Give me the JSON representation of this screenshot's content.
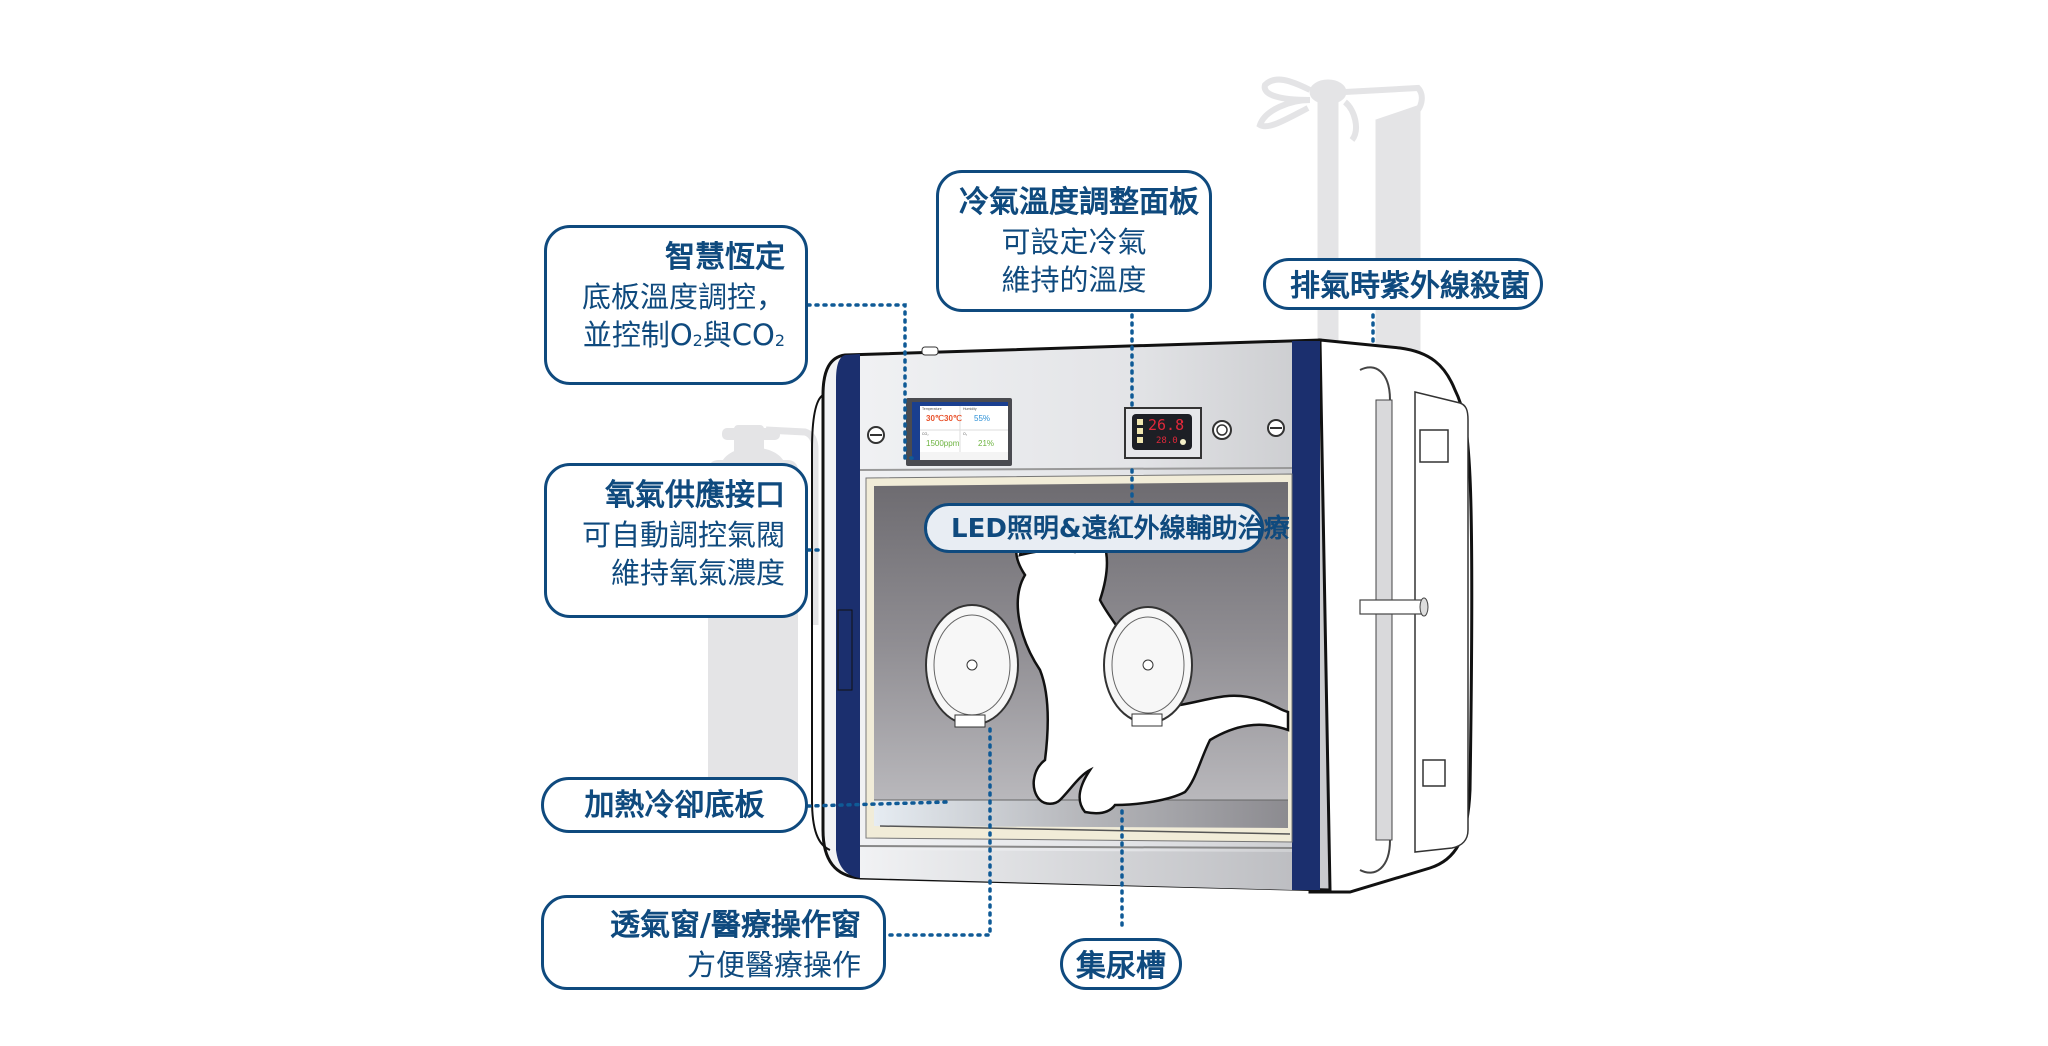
{
  "diagram": {
    "subject": "veterinary ICU incubator cabinet with cat silhouette",
    "colors": {
      "callout_border": "#0f4a7e",
      "callout_text": "#0f4a7e",
      "cabinet_trim": "#1b2f6e",
      "leader_dots": "#0f5a96",
      "background_props": "#e4e4e6"
    },
    "callouts": {
      "smart_constant": {
        "title": "智慧恆定",
        "lines": [
          "底板溫度調控，",
          "並控制O",
          "與CO"
        ],
        "subscript": "2"
      },
      "cooling_panel": {
        "title": "冷氣溫度調整面板",
        "lines": [
          "可設定冷氣",
          "維持的溫度"
        ]
      },
      "uv_sterilization": {
        "title": "排氣時紫外線殺菌"
      },
      "oxygen_port": {
        "title": "氧氣供應接口",
        "lines": [
          "可自動調控氣閥",
          "維持氧氣濃度"
        ]
      },
      "led_lighting": {
        "title": "LED照明&遠紅外線輔助治療"
      },
      "heating_floor": {
        "title": "加熱冷卻底板"
      },
      "vent_window": {
        "title": "透氣窗/醫療操作窗",
        "lines": [
          "方便醫療操作"
        ]
      },
      "urine_tray": {
        "title": "集尿槽"
      }
    },
    "touchscreen": {
      "temperature_label": "Temperature",
      "temp_current": "30℃",
      "temp_set": "30℃",
      "humidity_label": "Humidity",
      "humidity_value": "55%",
      "co2_label": "CO₂",
      "co2_value": "1500ppm",
      "o2_label": "O₂",
      "o2_value": "21%",
      "colors": {
        "temp": "#e8502a",
        "humidity": "#2a8fd6",
        "gas": "#6cb33f",
        "header": "#1a3f8f"
      }
    },
    "temp_controller": {
      "reading": "26.8",
      "setpoint": "28.0",
      "digit_color": "#e0283a"
    }
  }
}
